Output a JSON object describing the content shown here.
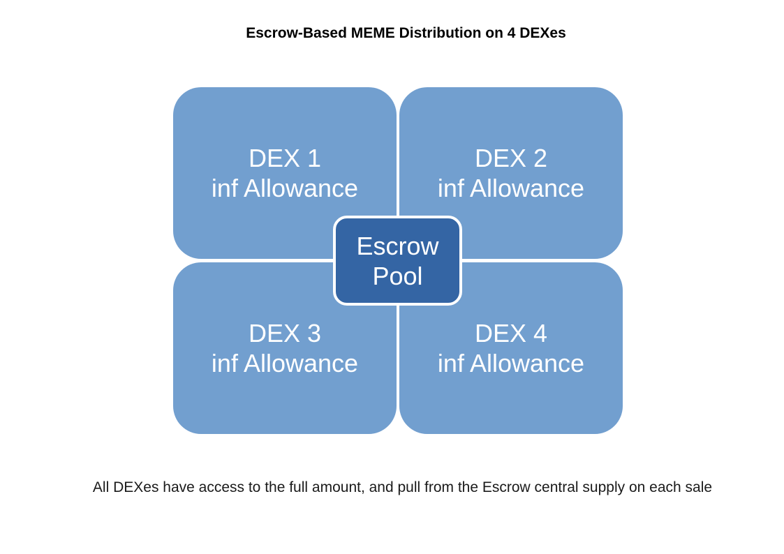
{
  "title": "Escrow-Based MEME Distribution on 4 DEXes",
  "quadrants": [
    {
      "name": "DEX 1",
      "detail": "inf Allowance"
    },
    {
      "name": "DEX 2",
      "detail": "inf Allowance"
    },
    {
      "name": "DEX 3",
      "detail": "inf Allowance"
    },
    {
      "name": "DEX 4",
      "detail": "inf Allowance"
    }
  ],
  "center": {
    "line1": "Escrow",
    "line2": "Pool"
  },
  "caption": "All DEXes have access to the full amount, and pull from the Escrow central supply on each sale",
  "colors": {
    "quadrant_fill": "#729fcf",
    "center_fill": "#3465a4",
    "text_on_shape": "#ffffff"
  }
}
